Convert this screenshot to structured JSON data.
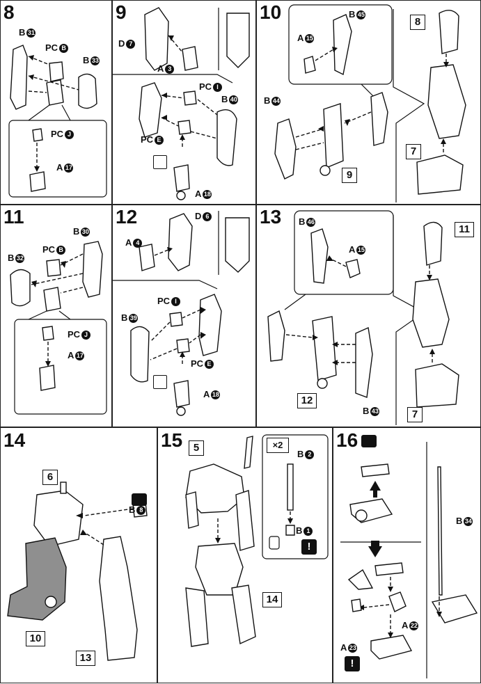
{
  "steps": {
    "s8": {
      "number": "8",
      "labels": {
        "b31": "B",
        "b31n": "31",
        "pcb": "PC",
        "pcbn": "B",
        "b33": "B",
        "b33n": "33",
        "pcj": "PC",
        "pcjn": "J",
        "a17": "A",
        "a17n": "17"
      }
    },
    "s9": {
      "number": "9",
      "labels": {
        "d7": "D",
        "d7n": "7",
        "a3": "A",
        "a3n": "3",
        "pc1": "PC",
        "pc1n": "I",
        "b40": "B",
        "b40n": "40",
        "pce": "PC",
        "pcen": "E",
        "a18": "A",
        "a18n": "18"
      }
    },
    "s10": {
      "number": "10",
      "labels": {
        "b45": "B",
        "b45n": "45",
        "a15": "A",
        "a15n": "15",
        "b44": "B",
        "b44n": "44",
        "ref8": "8",
        "ref7": "7",
        "ref9": "9"
      }
    },
    "s11": {
      "number": "11",
      "labels": {
        "b30": "B",
        "b30n": "30",
        "pcb": "PC",
        "pcbn": "B",
        "b32": "B",
        "b32n": "32",
        "pcj": "PC",
        "pcjn": "J",
        "a17": "A",
        "a17n": "17"
      }
    },
    "s12": {
      "number": "12",
      "labels": {
        "d6": "D",
        "d6n": "6",
        "a4": "A",
        "a4n": "4",
        "pc1": "PC",
        "pc1n": "I",
        "b39": "B",
        "b39n": "39",
        "pce": "PC",
        "pcen": "E",
        "a18": "A",
        "a18n": "18"
      }
    },
    "s13": {
      "number": "13",
      "labels": {
        "b46": "B",
        "b46n": "46",
        "a15": "A",
        "a15n": "15",
        "b43": "B",
        "b43n": "43",
        "ref11": "11",
        "ref12": "12",
        "ref7": "7"
      }
    },
    "s14": {
      "number": "14",
      "labels": {
        "ref6": "6",
        "b8": "B",
        "b8n": "8",
        "ref10": "10",
        "ref13": "13"
      }
    },
    "s15": {
      "number": "15",
      "labels": {
        "ref5": "5",
        "x2": "×2",
        "b2": "B",
        "b2n": "2",
        "b1": "B",
        "b1n": "1",
        "ref14": "14",
        "warn": "!"
      }
    },
    "s16": {
      "number": "16",
      "labels": {
        "b34": "B",
        "b34n": "34",
        "a22": "A",
        "a22n": "22",
        "a23": "A",
        "a23n": "23",
        "warn": "!"
      }
    }
  }
}
